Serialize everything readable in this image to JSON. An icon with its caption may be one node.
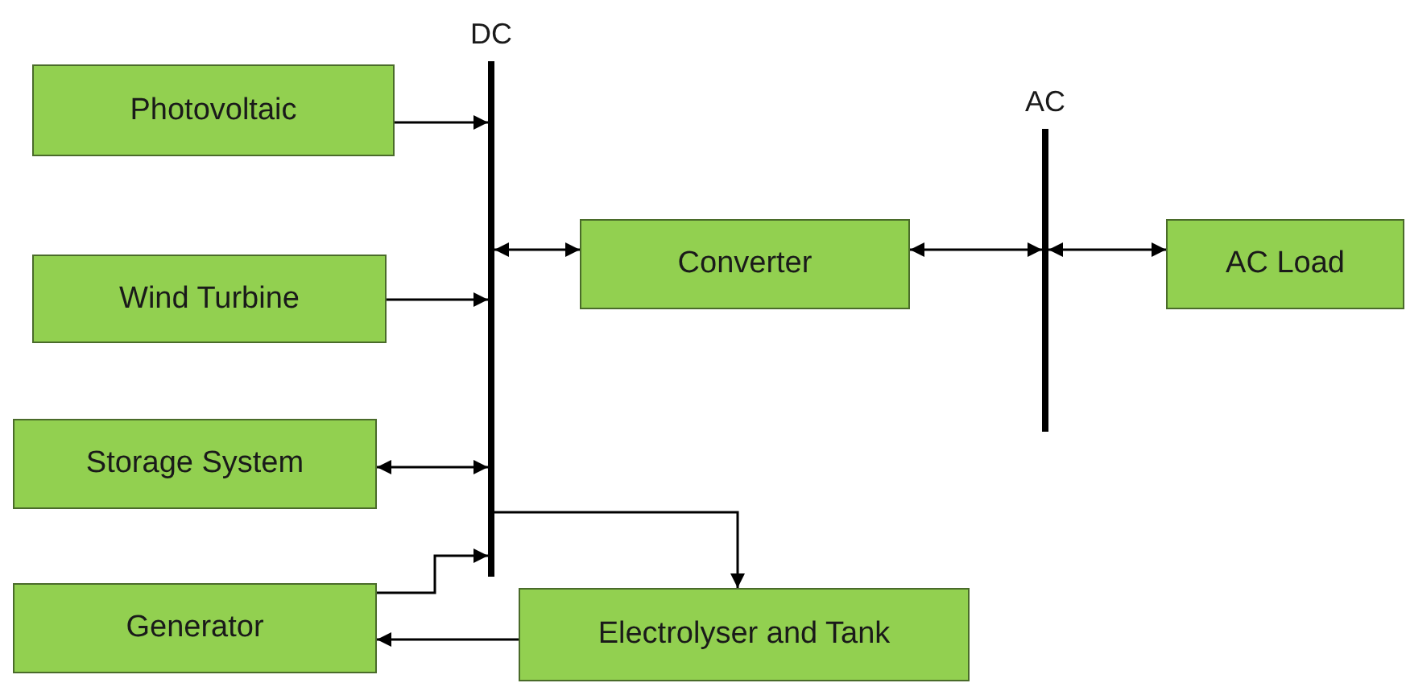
{
  "diagram": {
    "nodes": [
      {
        "text": [
          "Photovoltaic"
        ]
      },
      {
        "text": [],
        "shape": "bar",
        "beside": [
          "DC"
        ]
      },
      {
        "text": [],
        "shape": "bar",
        "beside": [
          "AC"
        ]
      },
      {
        "text": [
          "Converter"
        ]
      },
      {
        "text": [
          "AC Load"
        ]
      },
      {
        "text": [
          "Wind Turbine"
        ]
      },
      {
        "text": [
          "Storage System"
        ]
      },
      {
        "text": [
          "Generator"
        ]
      },
      {
        "text": [
          "Electrolyser and Tank"
        ]
      }
    ],
    "edges": [
      {
        "from": 0,
        "to": 1,
        "arrow": "to"
      },
      {
        "from": 5,
        "to": 1,
        "arrow": "to"
      },
      {
        "from": 6,
        "to": 1,
        "arrow": "both"
      },
      {
        "from": 7,
        "to": 1,
        "arrow": "to"
      },
      {
        "from": 1,
        "to": 3,
        "arrow": "both"
      },
      {
        "from": 3,
        "to": 2,
        "arrow": "both"
      },
      {
        "from": 2,
        "to": 4,
        "arrow": "both"
      },
      {
        "from": 1,
        "to": 8,
        "arrow": "to"
      },
      {
        "from": 8,
        "to": 7,
        "arrow": "to"
      }
    ]
  }
}
